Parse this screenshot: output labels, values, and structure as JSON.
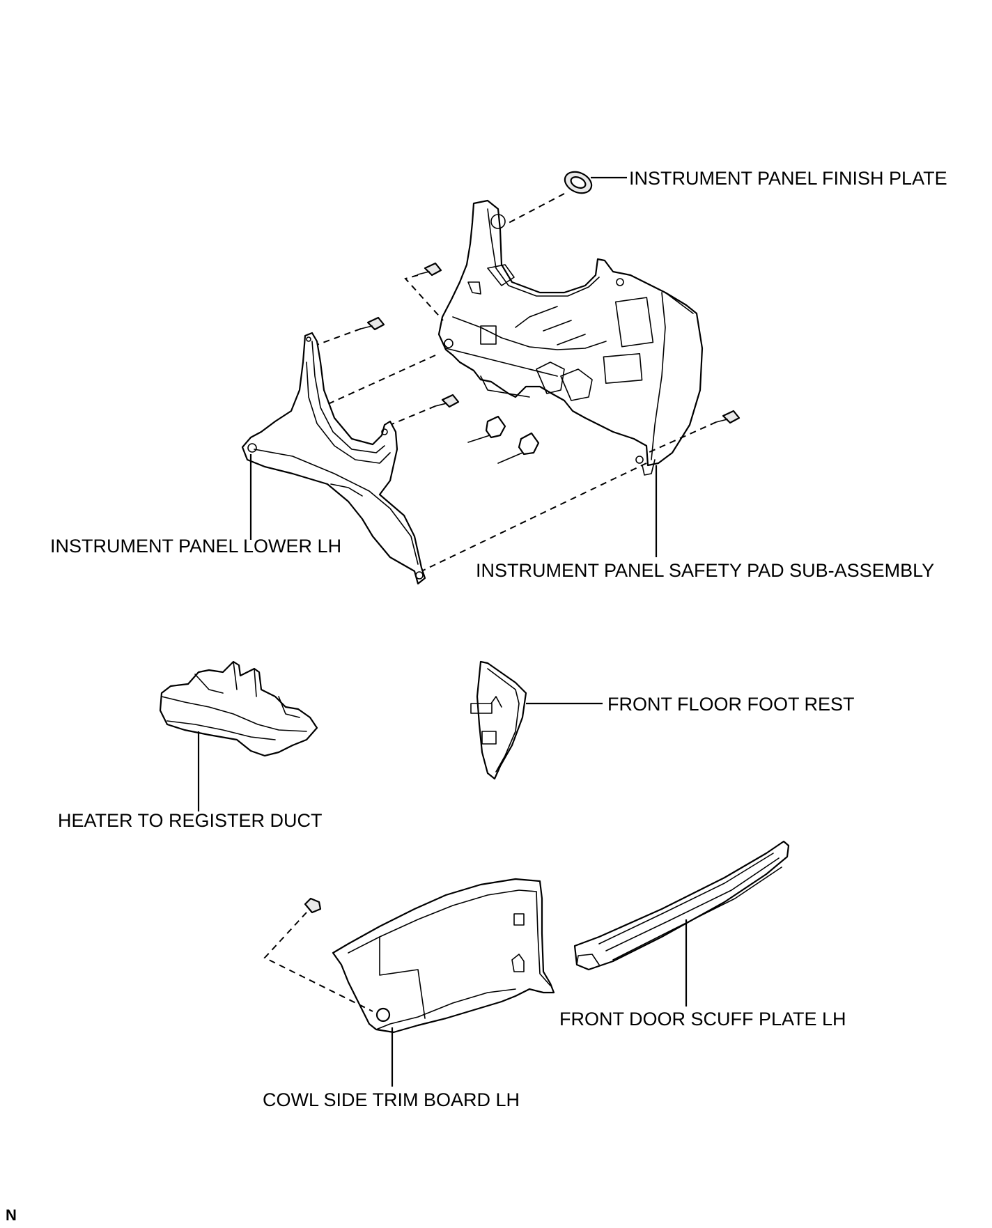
{
  "callouts": {
    "finish_plate": "INSTRUMENT PANEL FINISH PLATE",
    "panel_lower_lh": "INSTRUMENT PANEL LOWER LH",
    "safety_pad": "INSTRUMENT PANEL SAFETY PAD SUB-ASSEMBLY",
    "foot_rest": "FRONT FLOOR FOOT REST",
    "heater_duct": "HEATER TO REGISTER DUCT",
    "scuff_plate": "FRONT DOOR SCUFF PLATE LH",
    "cowl_side_trim": "COWL SIDE TRIM BOARD LH"
  },
  "corner_mark": "N"
}
